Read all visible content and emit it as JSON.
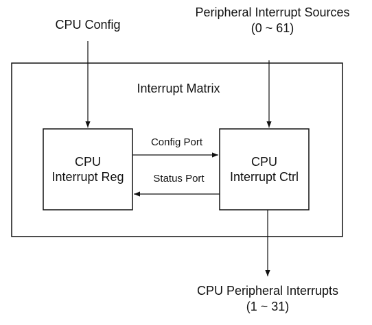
{
  "labels": {
    "cpu_config": "CPU Config",
    "peripheral_sources_line1": "Peripheral Interrupt Sources",
    "peripheral_sources_line2": "(0 ~ 61)",
    "interrupt_matrix": "Interrupt Matrix",
    "config_port": "Config Port",
    "status_port": "Status Port",
    "cpu_peripheral_line1": "CPU Peripheral Interrupts",
    "cpu_peripheral_line2": "(1 ~ 31)"
  },
  "blocks": {
    "interrupt_reg": {
      "line1": "CPU",
      "line2": "Interrupt Reg"
    },
    "interrupt_ctrl": {
      "line1": "CPU",
      "line2": "Interrupt Ctrl"
    }
  },
  "colors": {
    "stroke": "#111111",
    "background": "#ffffff"
  }
}
